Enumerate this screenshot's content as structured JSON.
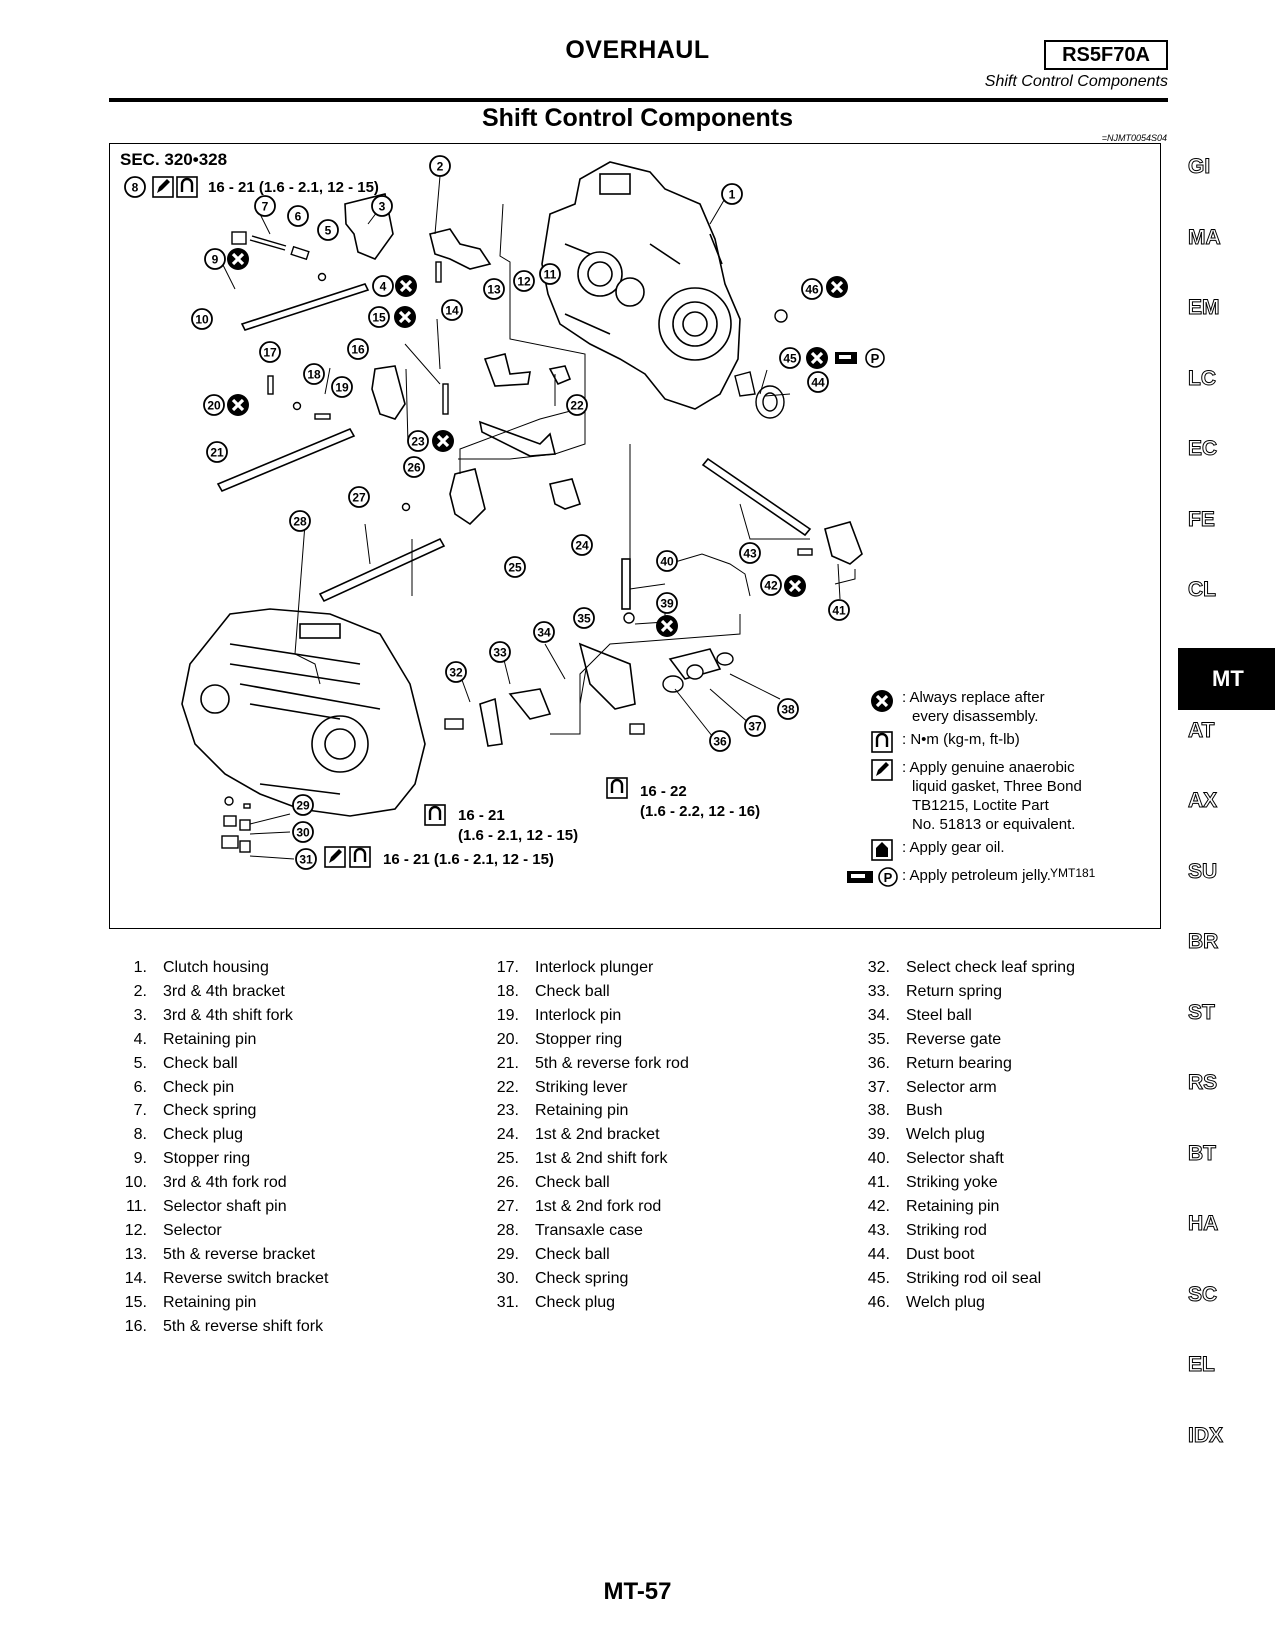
{
  "header": {
    "title": "OVERHAUL",
    "model": "RS5F70A",
    "subsection": "Shift Control Components"
  },
  "section": {
    "title": "Shift Control Components",
    "code": "=NJMT0054S04"
  },
  "figure": {
    "sec_label": "SEC. 320•328",
    "figure_id": "YMT181",
    "torques": {
      "t8": "16 - 21 (1.6 - 2.1, 12 - 15)",
      "t16_21_line1": "16 - 21",
      "t16_21_line2": "(1.6 - 2.1, 12 - 15)",
      "t16_22_line1": "16 - 22",
      "t16_22_line2": "(1.6 - 2.2, 12 - 16)",
      "t31": "16 - 21 (1.6 - 2.1, 12 - 15)"
    },
    "callouts": [
      "1",
      "2",
      "3",
      "4",
      "5",
      "6",
      "7",
      "8",
      "9",
      "10",
      "11",
      "12",
      "13",
      "14",
      "15",
      "16",
      "17",
      "18",
      "19",
      "20",
      "21",
      "22",
      "23",
      "24",
      "25",
      "26",
      "27",
      "28",
      "29",
      "30",
      "31",
      "32",
      "33",
      "34",
      "35",
      "36",
      "37",
      "38",
      "39",
      "40",
      "41",
      "42",
      "43",
      "44",
      "45",
      "46"
    ],
    "legend": {
      "replace_line1": ": Always replace after",
      "replace_line2": "every disassembly.",
      "torque_unit": ": N•m (kg-m, ft-lb)",
      "gasket_line1": ": Apply genuine anaerobic",
      "gasket_line2": "liquid gasket, Three Bond",
      "gasket_line3": "TB1215, Loctite Part",
      "gasket_line4": "No. 51813 or equivalent.",
      "gear_oil": ": Apply gear oil.",
      "petroleum": ": Apply petroleum jelly."
    }
  },
  "parts": [
    [
      "1.",
      "Clutch housing"
    ],
    [
      "2.",
      "3rd & 4th bracket"
    ],
    [
      "3.",
      "3rd & 4th shift fork"
    ],
    [
      "4.",
      "Retaining pin"
    ],
    [
      "5.",
      "Check ball"
    ],
    [
      "6.",
      "Check pin"
    ],
    [
      "7.",
      "Check spring"
    ],
    [
      "8.",
      "Check plug"
    ],
    [
      "9.",
      "Stopper ring"
    ],
    [
      "10.",
      "3rd & 4th fork rod"
    ],
    [
      "11.",
      "Selector shaft pin"
    ],
    [
      "12.",
      "Selector"
    ],
    [
      "13.",
      "5th & reverse bracket"
    ],
    [
      "14.",
      "Reverse switch bracket"
    ],
    [
      "15.",
      "Retaining pin"
    ],
    [
      "16.",
      "5th & reverse shift fork"
    ],
    [
      "17.",
      "Interlock plunger"
    ],
    [
      "18.",
      "Check ball"
    ],
    [
      "19.",
      "Interlock pin"
    ],
    [
      "20.",
      "Stopper ring"
    ],
    [
      "21.",
      "5th & reverse fork rod"
    ],
    [
      "22.",
      "Striking lever"
    ],
    [
      "23.",
      "Retaining pin"
    ],
    [
      "24.",
      "1st & 2nd bracket"
    ],
    [
      "25.",
      "1st & 2nd shift fork"
    ],
    [
      "26.",
      "Check ball"
    ],
    [
      "27.",
      "1st & 2nd fork rod"
    ],
    [
      "28.",
      "Transaxle case"
    ],
    [
      "29.",
      "Check ball"
    ],
    [
      "30.",
      "Check spring"
    ],
    [
      "31.",
      "Check plug"
    ],
    [
      "32.",
      "Select check leaf spring"
    ],
    [
      "33.",
      "Return spring"
    ],
    [
      "34.",
      "Steel ball"
    ],
    [
      "35.",
      "Reverse gate"
    ],
    [
      "36.",
      "Return bearing"
    ],
    [
      "37.",
      "Selector arm"
    ],
    [
      "38.",
      "Bush"
    ],
    [
      "39.",
      "Welch plug"
    ],
    [
      "40.",
      "Selector shaft"
    ],
    [
      "41.",
      "Striking yoke"
    ],
    [
      "42.",
      "Retaining pin"
    ],
    [
      "43.",
      "Striking rod"
    ],
    [
      "44.",
      "Dust boot"
    ],
    [
      "45.",
      "Striking rod oil seal"
    ],
    [
      "46.",
      "Welch plug"
    ]
  ],
  "side_tabs": [
    "GI",
    "MA",
    "EM",
    "LC",
    "EC",
    "FE",
    "CL",
    "MT",
    "AT",
    "AX",
    "SU",
    "BR",
    "ST",
    "RS",
    "BT",
    "HA",
    "SC",
    "EL",
    "IDX"
  ],
  "active_tab": "MT",
  "page_number": "MT-57"
}
